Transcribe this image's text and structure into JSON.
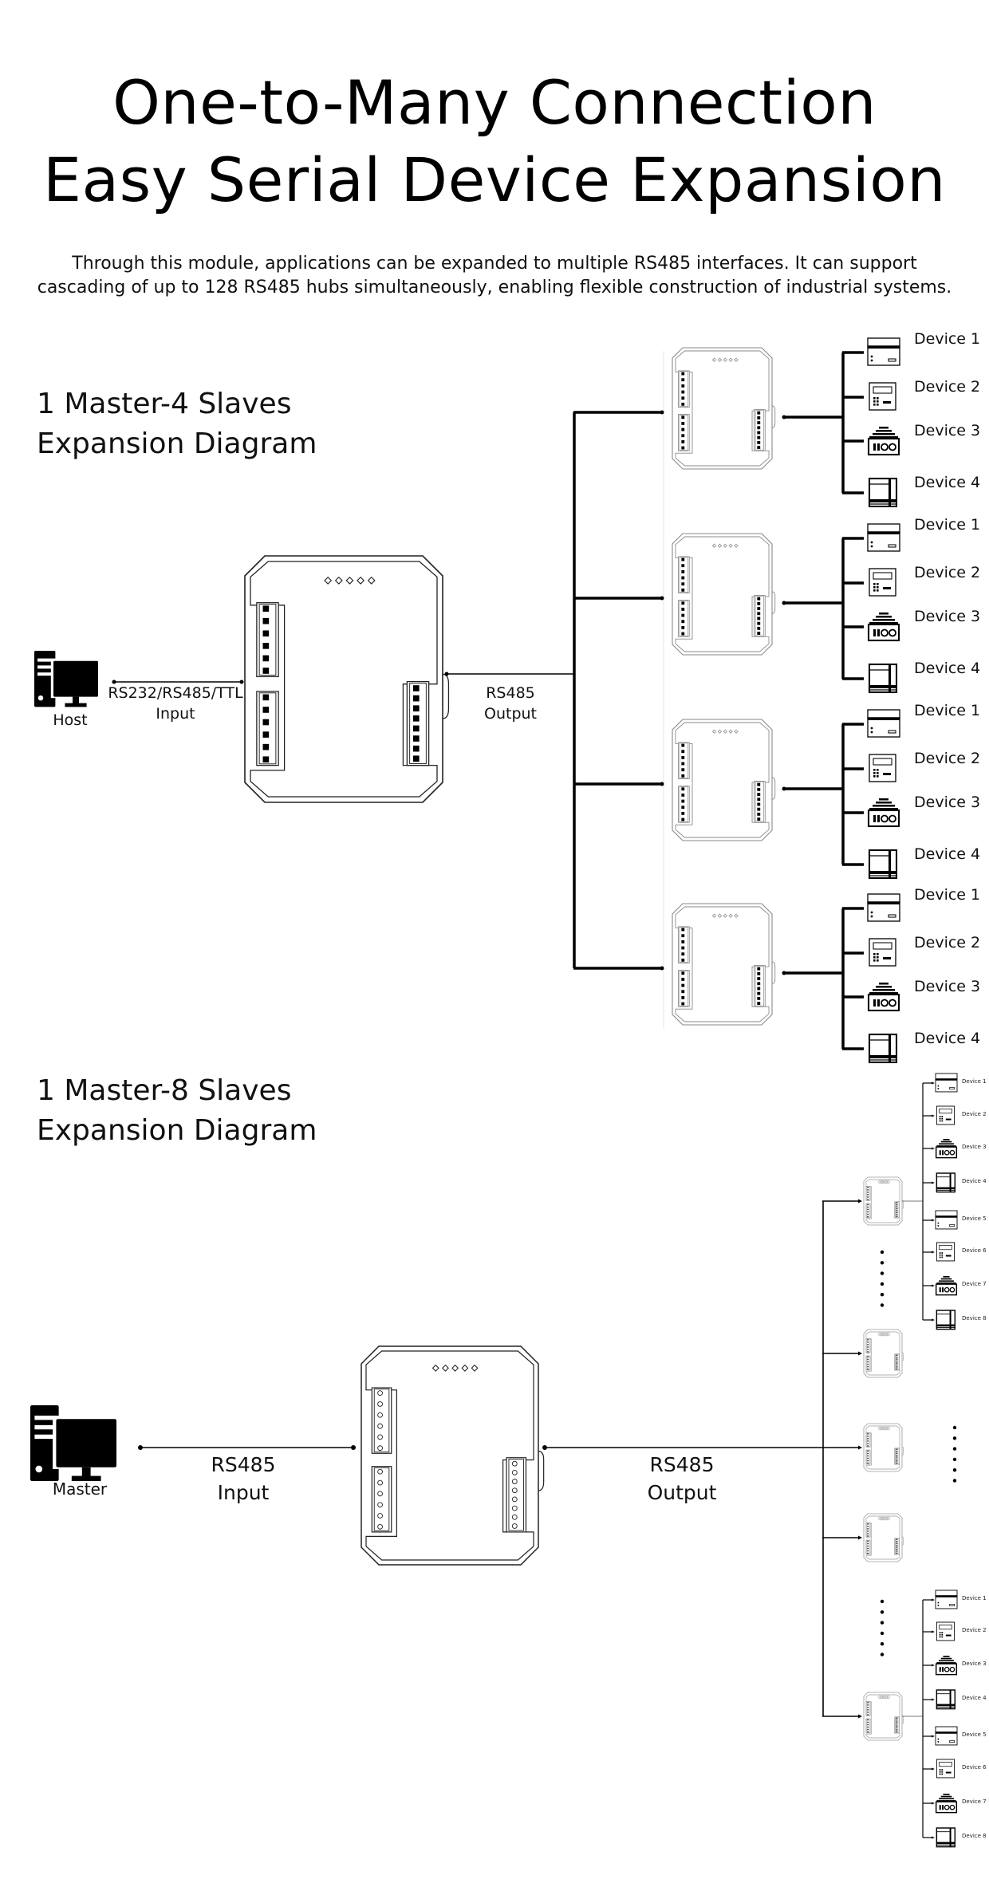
{
  "header": {
    "title_line1": "One-to-Many Connection",
    "title_line2": "Easy Serial Device Expansion",
    "intro_line1": "Through this module, applications can be expanded to multiple RS485 interfaces. It can support",
    "intro_line2": "cascading of up to 128 RS485 hubs simultaneously, enabling flexible construction of industrial systems."
  },
  "section1": {
    "title_line1": "1 Master-4 Slaves",
    "title_line2": "Expansion Diagram",
    "host_label": "Host",
    "input_label_line1": "RS232/RS485/TTL",
    "input_label_line2": "Input",
    "output_label_line1": "RS485",
    "output_label_line2": "Output",
    "slave_count": 4,
    "devices": [
      "Device 1",
      "Device 2",
      "Device 3",
      "Device 4"
    ]
  },
  "section2": {
    "title_line1": "1 Master-8 Slaves",
    "title_line2": "Expansion Diagram",
    "master_label": "Master",
    "input_label_line1": "RS485",
    "input_label_line2": "Input",
    "output_label_line1": "RS485",
    "output_label_line2": "Output",
    "devices": [
      "Device 1",
      "Device 2",
      "Device 3",
      "Device 4",
      "Device 5",
      "Device 6",
      "Device 7",
      "Device 8"
    ]
  },
  "icons": {
    "host": "desktop-computer-icon",
    "module": "rs485-hub-module",
    "device_types": [
      "panel-device-icon",
      "keypad-controller-icon",
      "stacked-io-device-icon",
      "cabinet-device-icon"
    ],
    "ellipsis": "vertical-dots"
  }
}
